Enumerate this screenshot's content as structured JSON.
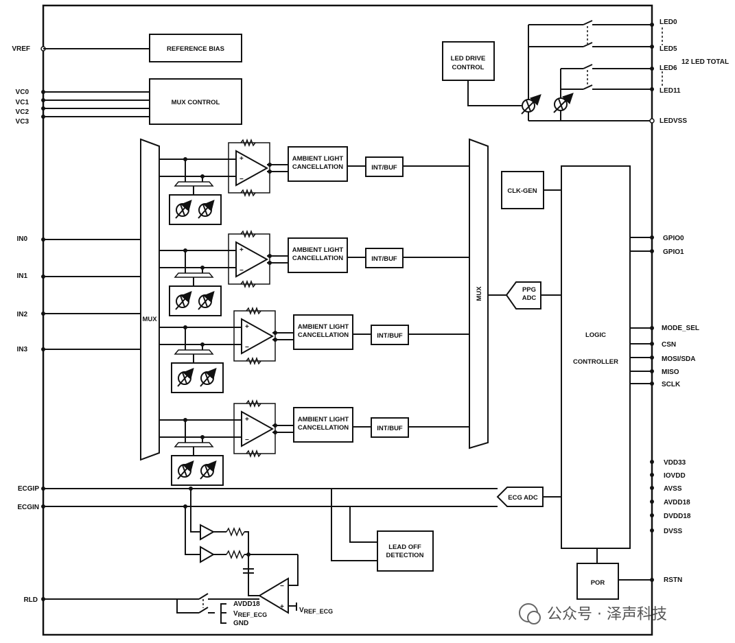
{
  "left_pins": {
    "vref": "VREF",
    "vc0": "VC0",
    "vc1": "VC1",
    "vc2": "VC2",
    "vc3": "VC3",
    "in0": "IN0",
    "in1": "IN1",
    "in2": "IN2",
    "in3": "IN3",
    "ecgip": "ECGIP",
    "ecgin": "ECGIN",
    "rld": "RLD"
  },
  "right_pins": {
    "led0": "LED0",
    "led5": "LED5",
    "led6": "LED6",
    "led11": "LED11",
    "ledvss": "LEDVSS",
    "gpio0": "GPIO0",
    "gpio1": "GPIO1",
    "mode_sel": "MODE_SEL",
    "csn": "CSN",
    "mosi_sda": "MOSI/SDA",
    "miso": "MISO",
    "sclk": "SCLK",
    "vdd33": "VDD33",
    "iovdd": "IOVDD",
    "avss": "AVSS",
    "avdd18": "AVDD18",
    "dvdd18": "DVDD18",
    "dvss": "DVSS",
    "rstn": "RSTN"
  },
  "blocks": {
    "reference_bias": "REFERENCE BIAS",
    "mux_control": "MUX CONTROL",
    "led_drive_control": [
      "LED DRIVE",
      "CONTROL"
    ],
    "led_total_note": "12 LED TOTAL",
    "clk_gen": "CLK-GEN",
    "ppg_adc": [
      "PPG",
      "ADC"
    ],
    "logic_controller": [
      "LOGIC",
      "CONTROLLER"
    ],
    "ecg_adc": "ECG ADC",
    "lead_off_detection": [
      "LEAD OFF",
      "DETECTION"
    ],
    "por": "POR",
    "mux_left": "MUX",
    "mux_right": "MUX",
    "ambient_light_cancellation": [
      "AMBIENT LIGHT",
      "CANCELLATION"
    ],
    "int_buf": "INT/BUF"
  },
  "rld_labels": {
    "avdd18": "AVDD18",
    "vref_ecg_main": "V",
    "vref_ecg_sub": "REF_ECG",
    "gnd": "GND",
    "opamp_vref_main": "V",
    "opamp_vref_sub": "REF_ECG"
  },
  "opamp_signs": {
    "plus": "+",
    "minus": "−"
  },
  "watermark": "公众号 · 泽声科技"
}
